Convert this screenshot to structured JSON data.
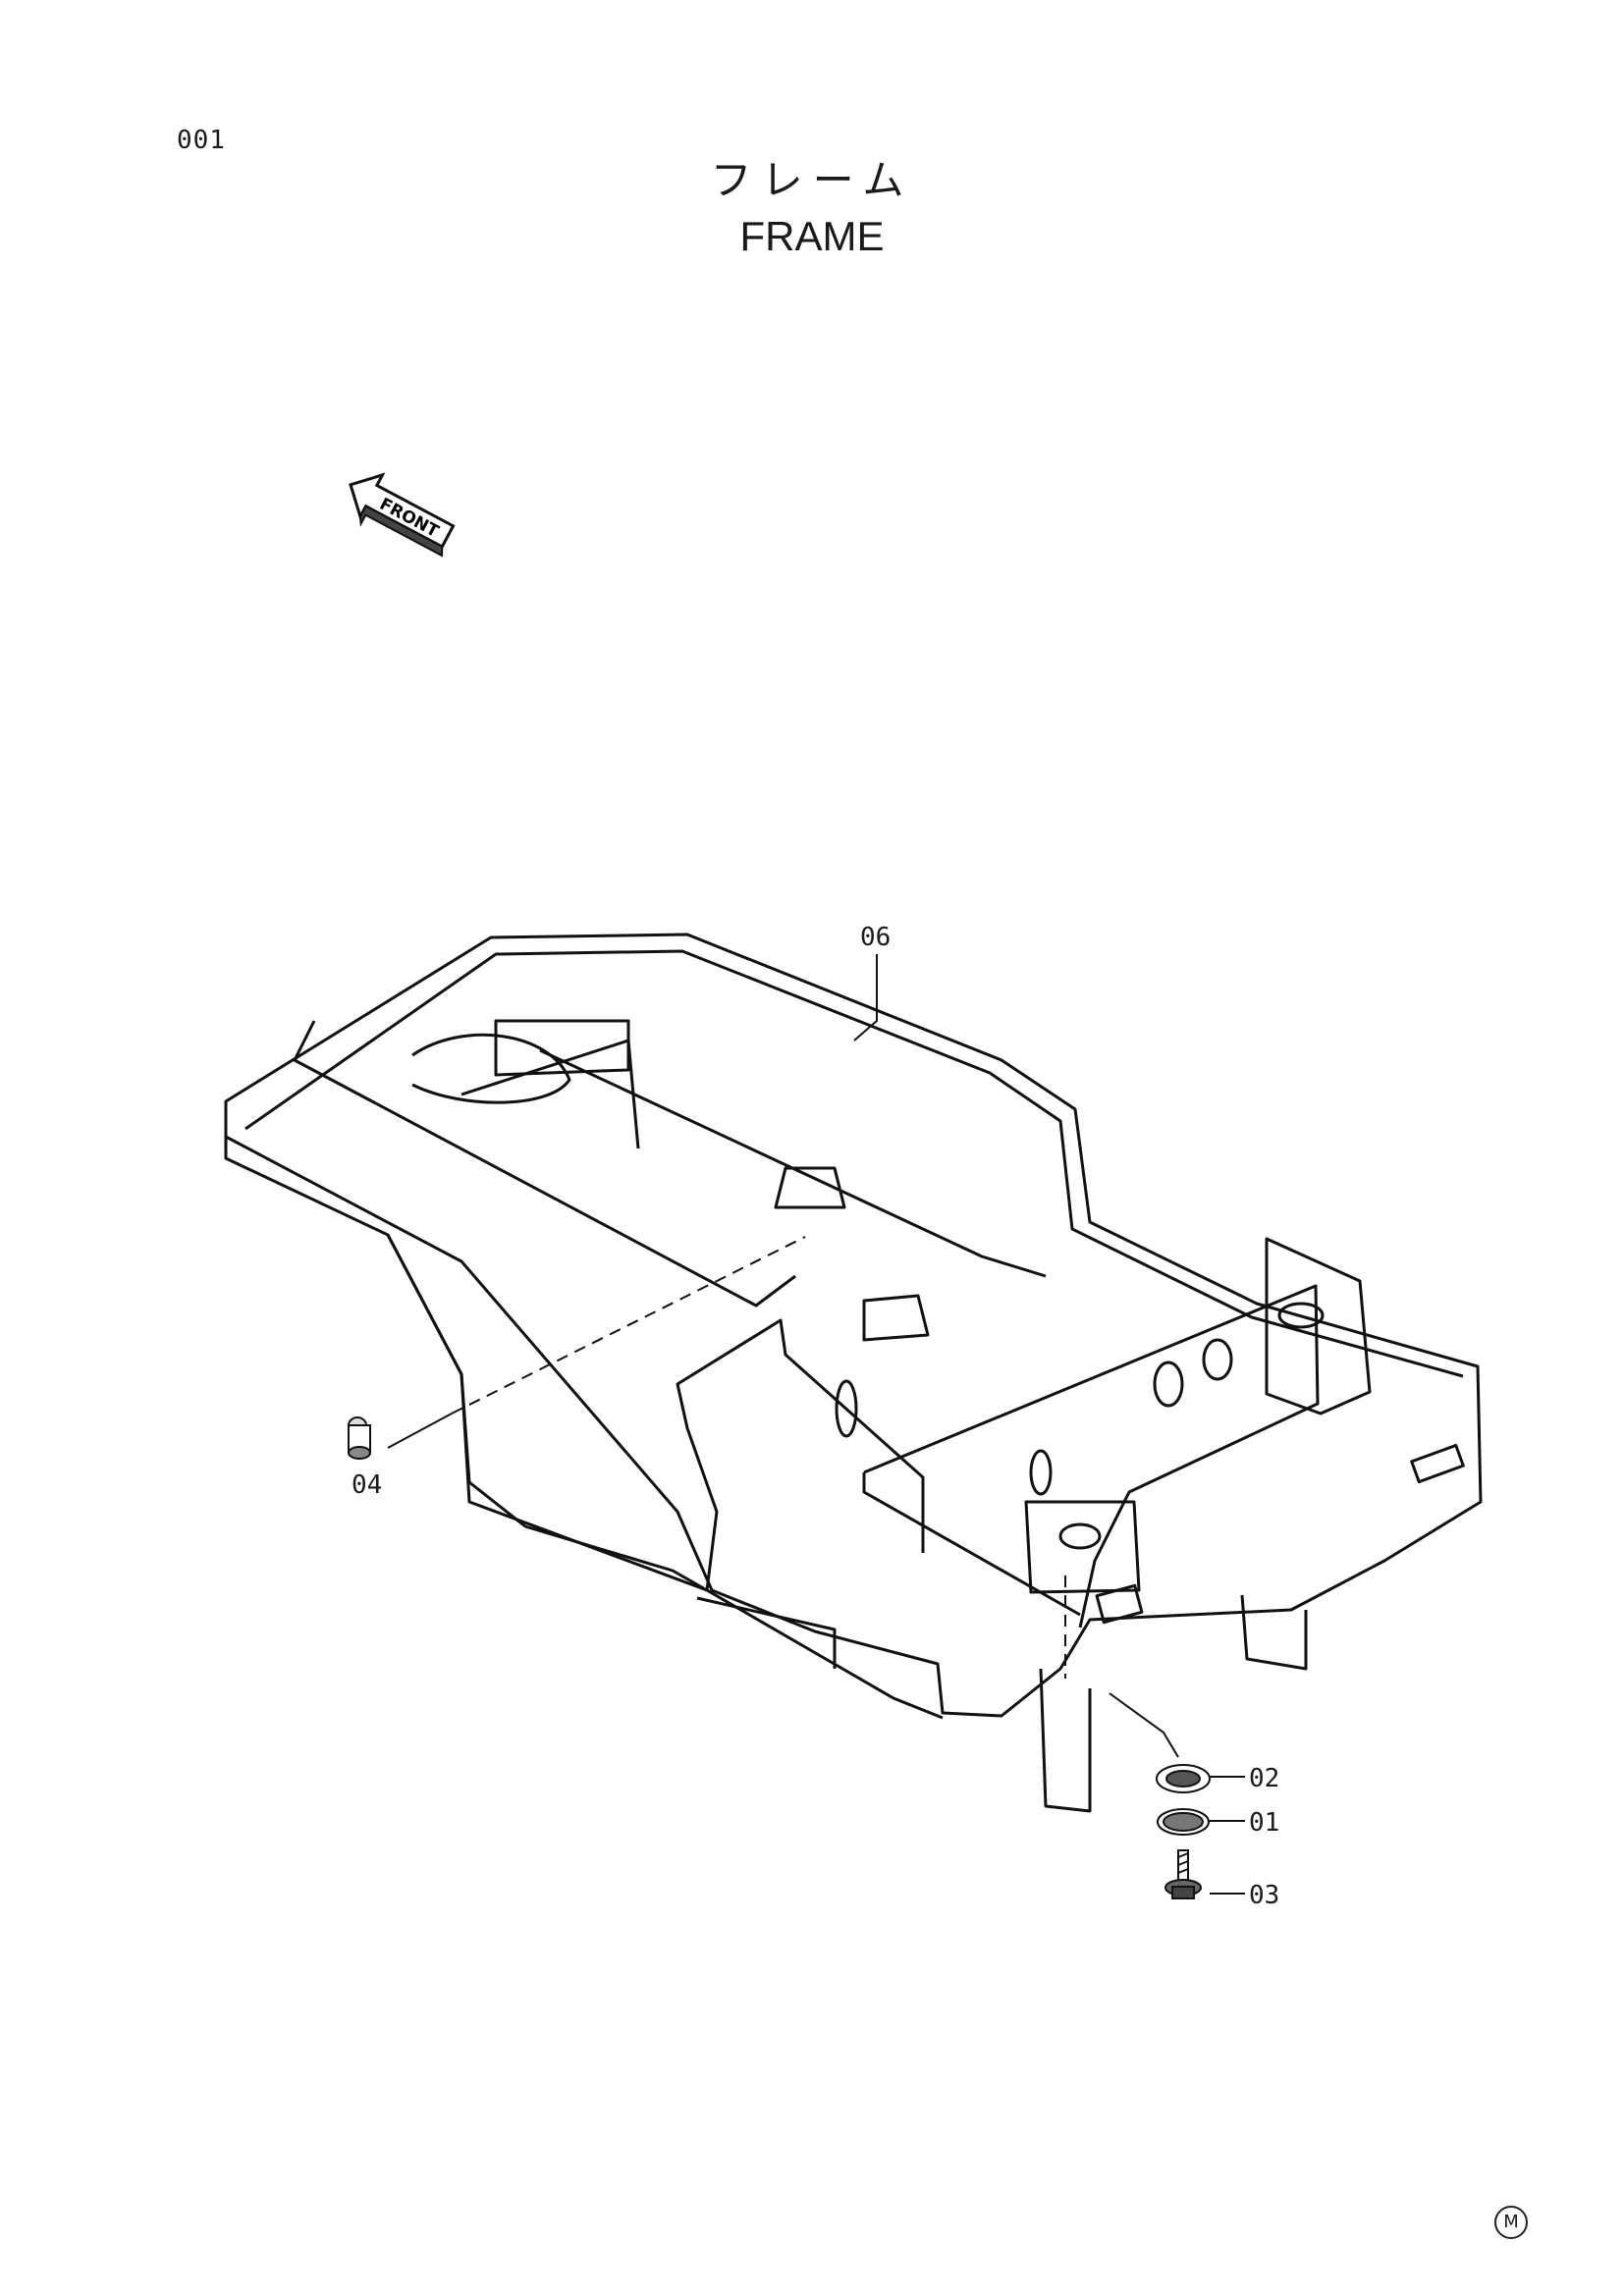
{
  "page": {
    "number": "001",
    "title_jp": "フレーム",
    "title_en": "FRAME",
    "front_label": "FRONT",
    "maker_mark": "M"
  },
  "parts": [
    {
      "id": "part-06",
      "label": "06"
    },
    {
      "id": "part-04",
      "label": "04"
    },
    {
      "id": "part-02",
      "label": "02"
    },
    {
      "id": "part-01",
      "label": "01"
    },
    {
      "id": "part-03",
      "label": "03"
    }
  ]
}
